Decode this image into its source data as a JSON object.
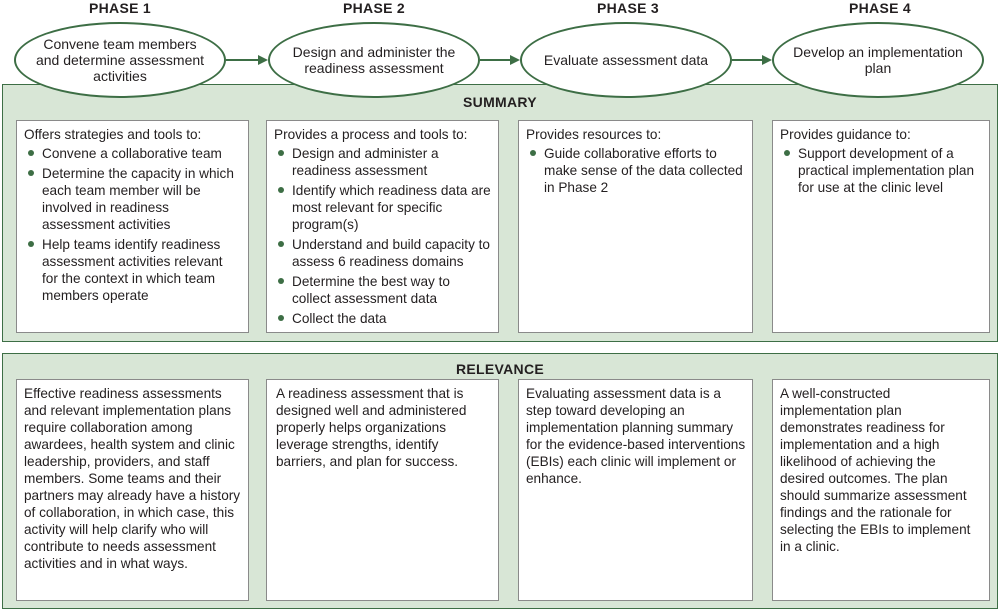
{
  "phases": [
    {
      "label": "PHASE 1",
      "title": "Convene team members and determine assessment activities"
    },
    {
      "label": "PHASE 2",
      "title": "Design and administer the readiness assessment"
    },
    {
      "label": "PHASE 3",
      "title": "Evaluate assessment data"
    },
    {
      "label": "PHASE 4",
      "title": "Develop an implementation plan"
    }
  ],
  "summary": {
    "title": "SUMMARY",
    "cards": [
      {
        "intro": "Offers strategies and tools to:",
        "items": [
          "Convene a collaborative team",
          "Determine the capacity in which each team member will be involved in readiness assessment activities",
          "Help teams identify readiness assessment activities relevant for the context in which team members operate"
        ]
      },
      {
        "intro": "Provides a process and tools to:",
        "items": [
          "Design and administer a readiness assessment",
          "Identify which readiness data are most relevant for specific program(s)",
          "Understand and build capacity to assess 6 readiness domains",
          "Determine the best way to collect assessment data",
          "Collect the data"
        ]
      },
      {
        "intro": "Provides resources to:",
        "items": [
          "Guide collaborative efforts to make sense of the data collected in Phase 2"
        ]
      },
      {
        "intro": "Provides guidance to:",
        "items": [
          "Support development of a practical implementation plan for use at the clinic level"
        ]
      }
    ]
  },
  "relevance": {
    "title": "RELEVANCE",
    "cards": [
      "Effective readiness assessments and relevant implementation plans require collaboration among awardees, health system and clinic leadership, providers, and staff members. Some teams and their partners may already have a history of collaboration, in which case, this activity will help clarify who will contribute to needs assessment activities and in what ways.",
      "A readiness assessment that is designed well and administered properly helps organizations leverage strengths, identify barriers, and plan for success.",
      "Evaluating assessment data is a step toward developing an implementation planning summary for the evidence-based interventions (EBIs) each clinic will implement or enhance.",
      "A well-constructed implementation plan demonstrates readiness for implementation and a high likelihood of achieving the desired outcomes. The plan should summarize assessment findings and the rationale for selecting the EBIs to implement in a clinic."
    ]
  },
  "colors": {
    "accent": "#3d6e45",
    "section_fill": "#d8e6d6",
    "card_border": "#8a8a8a"
  }
}
